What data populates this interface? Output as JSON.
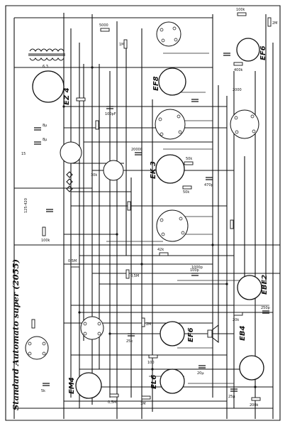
{
  "title": "Standard Automato super (2055)",
  "tubes": [
    {
      "id": "ez4",
      "label": "EZ 4"
    },
    {
      "id": "ef8",
      "label": "EF8"
    },
    {
      "id": "ek3",
      "label": "EK 3"
    },
    {
      "id": "ef6_top",
      "label": "EF6"
    },
    {
      "id": "ebf2",
      "label": "EBF2"
    },
    {
      "id": "ef6",
      "label": "EF6"
    },
    {
      "id": "eb4",
      "label": "EB4"
    },
    {
      "id": "em4",
      "label": "EM4"
    },
    {
      "id": "el6",
      "label": "EL6"
    }
  ],
  "component_labels": [
    {
      "id": "r-100k-top",
      "text": "100k"
    },
    {
      "id": "r-2m-top",
      "text": "2M"
    },
    {
      "id": "c-5000-top",
      "text": "5000"
    },
    {
      "id": "r-1m-left",
      "text": "1M"
    },
    {
      "id": "c-2000-right",
      "text": "2000"
    },
    {
      "id": "r-400k",
      "text": "400k"
    },
    {
      "id": "r-50k-a",
      "text": "50k"
    },
    {
      "id": "r-50k-b",
      "text": "50k"
    },
    {
      "id": "c-470p",
      "text": "470p"
    },
    {
      "id": "c-20000",
      "text": "20000"
    },
    {
      "id": "c-100pf",
      "text": "100pF"
    },
    {
      "id": "r-15",
      "text": "15"
    },
    {
      "id": "c-8uf-a",
      "text": "8µ"
    },
    {
      "id": "c-8uf-b",
      "text": "8µ"
    },
    {
      "id": "r-100k-mid",
      "text": "100k"
    },
    {
      "id": "r-42k",
      "text": "42k"
    },
    {
      "id": "r-0-5m-a",
      "text": "0,5M"
    },
    {
      "id": "r-0-5m-b",
      "text": "0,5M"
    },
    {
      "id": "c-100p-a",
      "text": "100p"
    },
    {
      "id": "c-250p",
      "text": "250p"
    },
    {
      "id": "r-20k",
      "text": "20k"
    },
    {
      "id": "r-2m-low",
      "text": "2M"
    },
    {
      "id": "r-100",
      "text": "100"
    },
    {
      "id": "r-25k",
      "text": "25k"
    },
    {
      "id": "c-20u",
      "text": "20µ"
    },
    {
      "id": "r-0-5m-c",
      "text": "0,5M"
    },
    {
      "id": "c-25u",
      "text": "25µ"
    },
    {
      "id": "r-1m-low",
      "text": "1M"
    },
    {
      "id": "c-5k",
      "text": "5k"
    },
    {
      "id": "v-6-3",
      "text": "6,3"
    },
    {
      "id": "dial",
      "text": "125-420"
    },
    {
      "id": "r-200k",
      "text": "200k"
    },
    {
      "id": "r-30k",
      "text": "30k"
    },
    {
      "id": "c-1000p",
      "text": "1000p"
    }
  ]
}
